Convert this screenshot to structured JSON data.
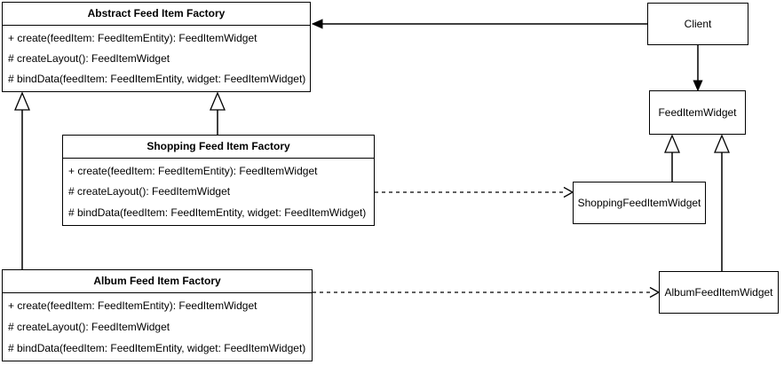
{
  "diagram": {
    "colors": {
      "stroke": "#000000",
      "fill": "#ffffff"
    },
    "classes": {
      "abstract_factory": {
        "title": "Abstract Feed Item Factory",
        "methods": [
          "+ create(feedItem: FeedItemEntity): FeedItemWidget",
          "# createLayout(): FeedItemWidget",
          "# bindData(feedItem: FeedItemEntity, widget: FeedItemWidget)"
        ]
      },
      "shopping_factory": {
        "title": "Shopping Feed Item Factory",
        "methods": [
          "+ create(feedItem: FeedItemEntity): FeedItemWidget",
          "# createLayout(): FeedItemWidget",
          "# bindData(feedItem: FeedItemEntity, widget: FeedItemWidget)"
        ]
      },
      "album_factory": {
        "title": "Album Feed Item Factory",
        "methods": [
          "+ create(feedItem: FeedItemEntity): FeedItemWidget",
          "# createLayout(): FeedItemWidget",
          "# bindData(feedItem: FeedItemEntity, widget: FeedItemWidget)"
        ]
      },
      "client": {
        "title": "Client"
      },
      "feed_item_widget": {
        "title": "FeedItemWidget"
      },
      "shopping_widget": {
        "title": "ShoppingFeedItemWidget"
      },
      "album_widget": {
        "title": "AlbumFeedItemWidget"
      }
    },
    "relationships": [
      {
        "from": "Client",
        "to": "Abstract Feed Item Factory",
        "type": "directed-association"
      },
      {
        "from": "Client",
        "to": "FeedItemWidget",
        "type": "directed-association"
      },
      {
        "from": "Shopping Feed Item Factory",
        "to": "Abstract Feed Item Factory",
        "type": "generalization"
      },
      {
        "from": "Album Feed Item Factory",
        "to": "Abstract Feed Item Factory",
        "type": "generalization"
      },
      {
        "from": "ShoppingFeedItemWidget",
        "to": "FeedItemWidget",
        "type": "generalization"
      },
      {
        "from": "AlbumFeedItemWidget",
        "to": "FeedItemWidget",
        "type": "generalization"
      },
      {
        "from": "Shopping Feed Item Factory",
        "to": "ShoppingFeedItemWidget",
        "type": "dashed-dependency"
      },
      {
        "from": "Album Feed Item Factory",
        "to": "AlbumFeedItemWidget",
        "type": "dashed-dependency"
      }
    ]
  }
}
